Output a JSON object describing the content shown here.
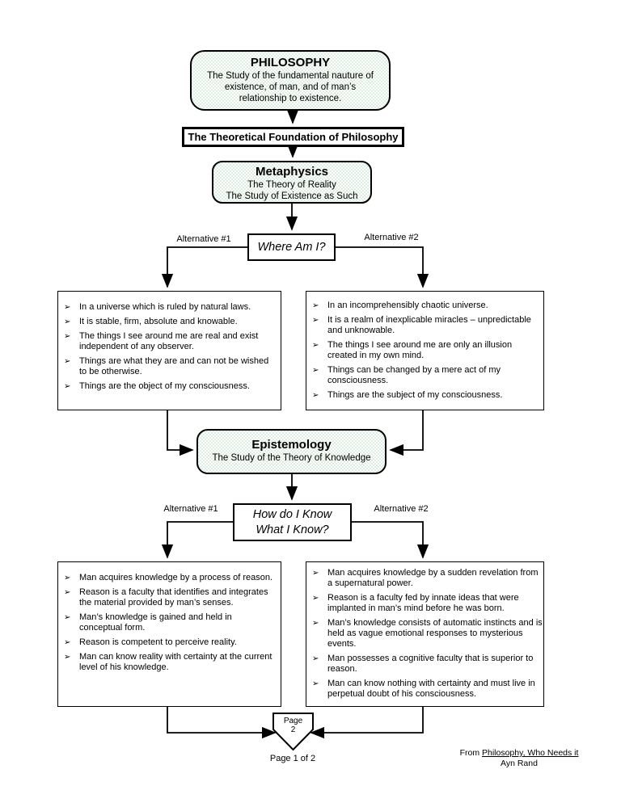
{
  "colors": {
    "box_fill_tint": "#dcefe2",
    "line": "#000000"
  },
  "philosophy": {
    "title": "PHILOSOPHY",
    "line1": "The Study of the fundamental nauture of",
    "line2": "existence, of man, and of man’s",
    "line3": "relationship to existence."
  },
  "foundation": {
    "label": "The Theoretical Foundation of Philosophy"
  },
  "metaphysics": {
    "title": "Metaphysics",
    "line1": "The Theory of Reality",
    "line2": "The Study of Existence as Such"
  },
  "where_question": {
    "label": "Where Am I?",
    "alt1": "Alternative #1",
    "alt2": "Alternative #2"
  },
  "metaphysics_alt1": {
    "items": [
      "In a universe which is ruled by natural laws.",
      "It is stable, firm, absolute and knowable.",
      "The things I see around me are real and exist independent of any observer.",
      "Things are what they are and can not be wished to be otherwise.",
      "Things are the object of my consciousness."
    ]
  },
  "metaphysics_alt2": {
    "items": [
      "In an incomprehensibly chaotic universe.",
      "It is a realm of inexplicable miracles – unpredictable and unknowable.",
      "The things I see around me are only an illusion created in my own mind.",
      "Things can be changed by a mere act of my consciousness.",
      "Things are the subject of my consciousness."
    ]
  },
  "epistemology": {
    "title": "Epistemology",
    "line1": "The Study of the Theory of Knowledge"
  },
  "how_question": {
    "line1": "How do I Know",
    "line2": "What I Know?",
    "alt1": "Alternative #1",
    "alt2": "Alternative #2"
  },
  "epistemology_alt1": {
    "items": [
      "Man acquires knowledge by a process of reason.",
      "Reason is a faculty that identifies and integrates the material provided by man’s senses.",
      "Man’s knowledge is gained and held in conceptual form.",
      "Reason is competent to perceive reality.",
      "Man can know reality with certainty at the current level of his knowledge."
    ]
  },
  "epistemology_alt2": {
    "items": [
      "Man acquires knowledge by a sudden revelation from a supernatural power.",
      "Reason is a faculty fed by innate ideas that were implanted in man’s mind before he was born.",
      "Man’s knowledge consists of automatic instincts and is held as vague emotional responses to mysterious events.",
      "Man possesses a cognitive faculty that is superior to reason.",
      "Man can know nothing with certainty and must live in perpetual doubt of his consciousness."
    ]
  },
  "footer": {
    "next_page_line1": "Page",
    "next_page_line2": "2",
    "page_label": "Page 1 of 2",
    "attribution_prefix": "From",
    "attribution_title": "Philosophy, Who Needs it",
    "attribution_author": "Ayn Rand"
  }
}
